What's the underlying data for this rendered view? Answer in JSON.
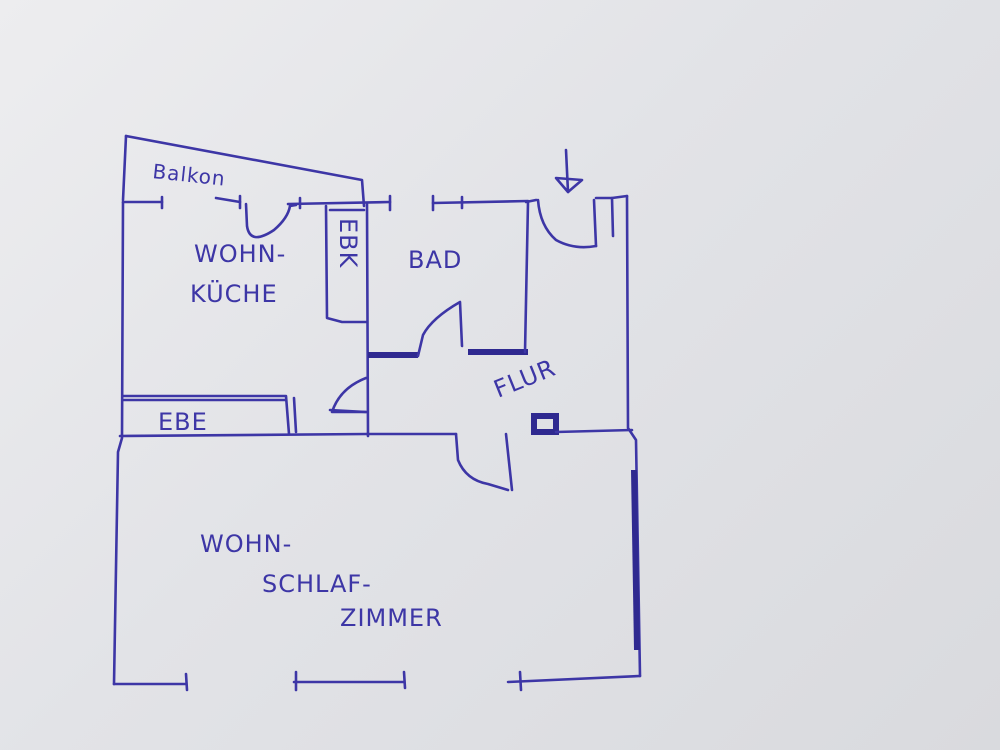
{
  "floorplan": {
    "rooms": {
      "balkon": "Balkon",
      "wohnkueche_line1": "WOHN-",
      "wohnkueche_line2": "KÜCHE",
      "ebk": "EBK",
      "bad": "BAD",
      "flur": "FLUR",
      "ebe": "EBE",
      "wohnschlaf_line1": "WOHN-",
      "wohnschlaf_line2": "SCHLAF-",
      "wohnschlaf_line3": "ZIMMER"
    },
    "colors": {
      "ink": "#3d36a6",
      "paper": "#e6e7ea"
    },
    "icons": [
      "entrance-arrow-icon"
    ]
  }
}
